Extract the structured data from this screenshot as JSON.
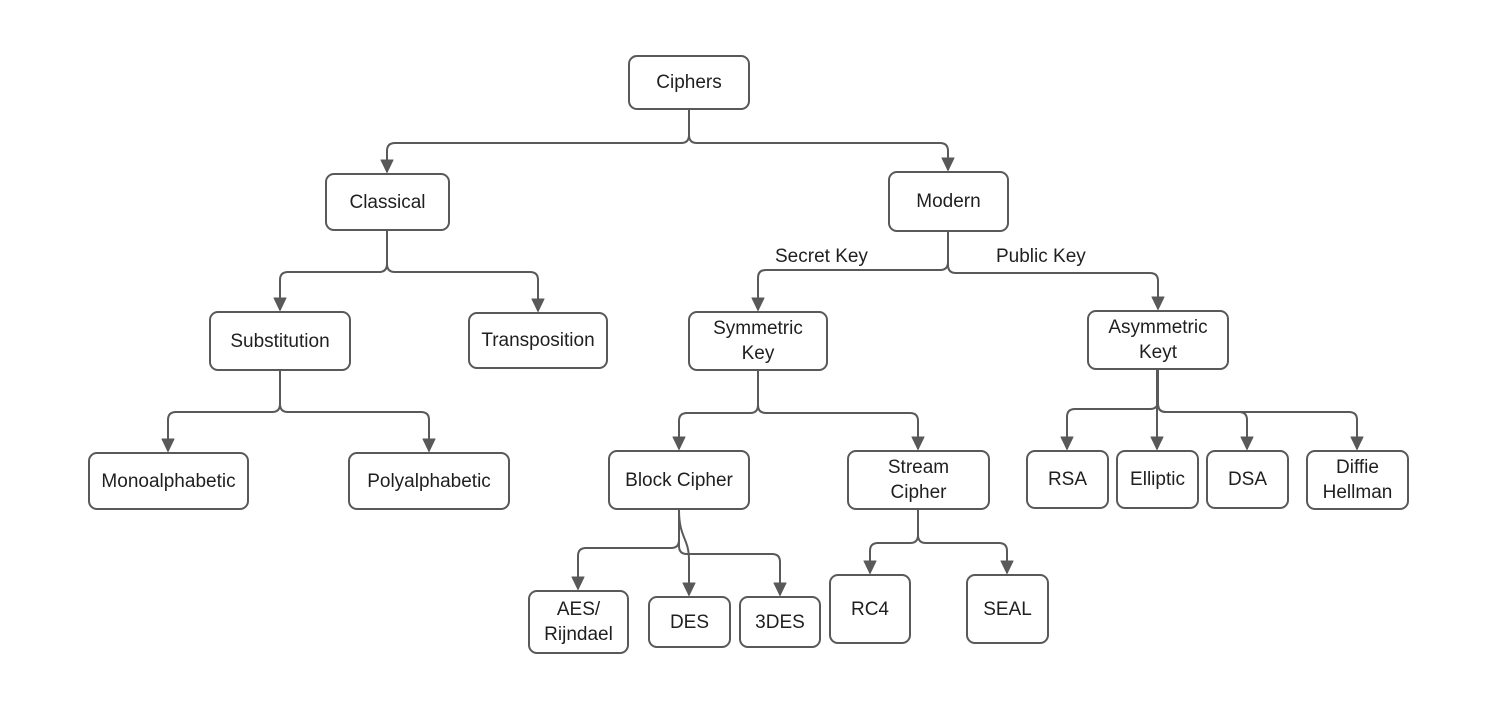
{
  "diagram": {
    "colors": {
      "line": "#595959",
      "text": "#1f1f1f",
      "box_background": "#ffffff",
      "canvas_background": "#ffffff"
    },
    "nodes": {
      "ciphers": {
        "label": "Ciphers"
      },
      "classical": {
        "label": "Classical"
      },
      "modern": {
        "label": "Modern"
      },
      "substitution": {
        "label": "Substitution"
      },
      "transposition": {
        "label": "Transposition"
      },
      "symmetric": {
        "label": "Symmetric\nKey"
      },
      "asymmetric": {
        "label": "Asymmetric\nKeyt"
      },
      "monoalphabetic": {
        "label": "Monoalphabetic"
      },
      "polyalphabetic": {
        "label": "Polyalphabetic"
      },
      "block_cipher": {
        "label": "Block Cipher"
      },
      "stream_cipher": {
        "label": "Stream\nCipher"
      },
      "rsa": {
        "label": "RSA"
      },
      "elliptic": {
        "label": "Elliptic"
      },
      "dsa": {
        "label": "DSA"
      },
      "diffie_hellman": {
        "label": "Diffie\nHellman"
      },
      "aes_rijndael": {
        "label": "AES/\nRijndael"
      },
      "des": {
        "label": "DES"
      },
      "three_des": {
        "label": "3DES"
      },
      "rc4": {
        "label": "RC4"
      },
      "seal": {
        "label": "SEAL"
      }
    },
    "edge_labels": {
      "secret_key": "Secret Key",
      "public_key": "Public Key"
    },
    "edges": [
      {
        "from": "ciphers",
        "to": "classical"
      },
      {
        "from": "ciphers",
        "to": "modern"
      },
      {
        "from": "classical",
        "to": "substitution"
      },
      {
        "from": "classical",
        "to": "transposition"
      },
      {
        "from": "modern",
        "to": "symmetric",
        "label": "Secret Key"
      },
      {
        "from": "modern",
        "to": "asymmetric",
        "label": "Public Key"
      },
      {
        "from": "substitution",
        "to": "monoalphabetic"
      },
      {
        "from": "substitution",
        "to": "polyalphabetic"
      },
      {
        "from": "symmetric",
        "to": "block_cipher"
      },
      {
        "from": "symmetric",
        "to": "stream_cipher"
      },
      {
        "from": "block_cipher",
        "to": "aes_rijndael"
      },
      {
        "from": "block_cipher",
        "to": "des"
      },
      {
        "from": "block_cipher",
        "to": "three_des"
      },
      {
        "from": "stream_cipher",
        "to": "rc4"
      },
      {
        "from": "stream_cipher",
        "to": "seal"
      },
      {
        "from": "asymmetric",
        "to": "rsa"
      },
      {
        "from": "asymmetric",
        "to": "elliptic"
      },
      {
        "from": "asymmetric",
        "to": "dsa"
      },
      {
        "from": "asymmetric",
        "to": "diffie_hellman"
      }
    ]
  }
}
